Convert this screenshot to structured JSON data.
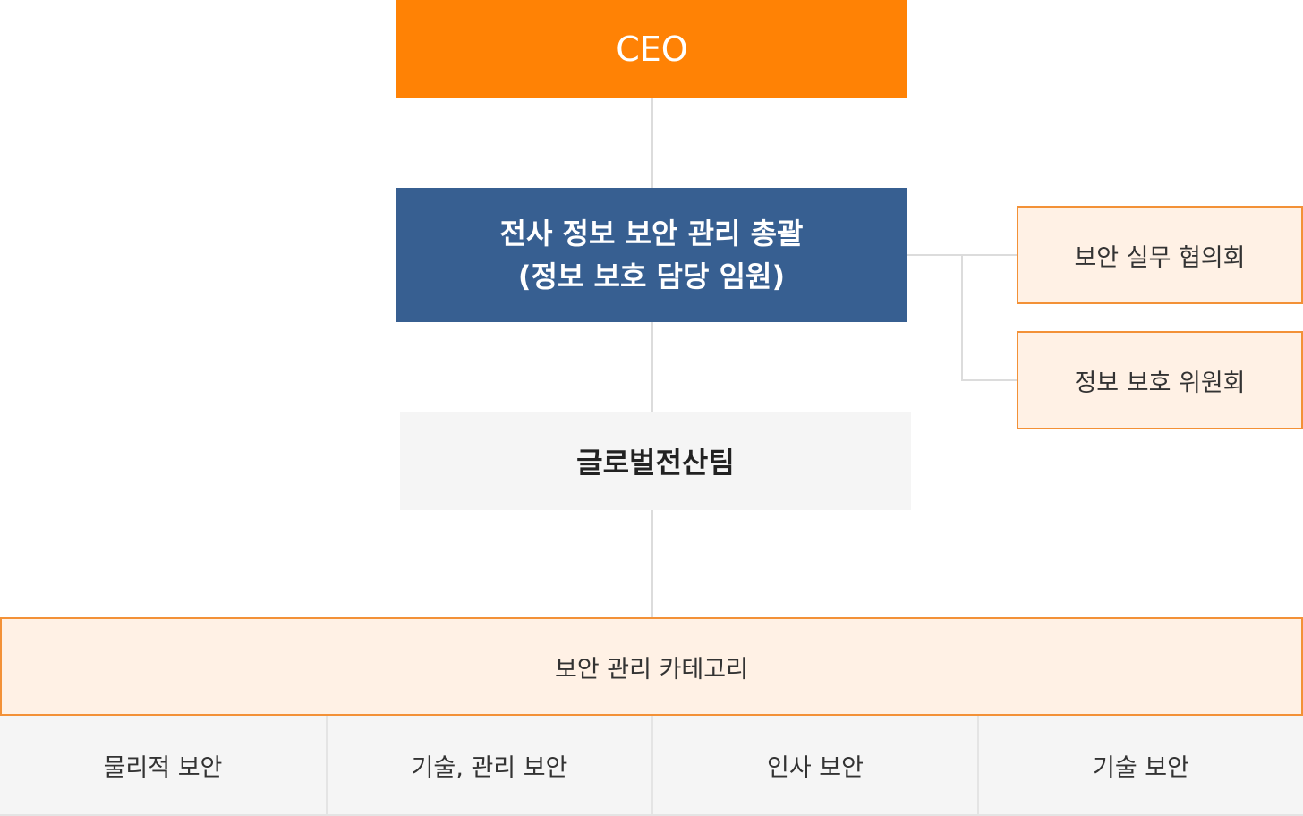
{
  "ceo": {
    "label": "CEO"
  },
  "executive": {
    "line1": "전사 정보 보안 관리 총괄",
    "line2": "(정보 보호 담당 임원)"
  },
  "committees": [
    {
      "label": "보안 실무 협의회"
    },
    {
      "label": "정보 보호 위원회"
    }
  ],
  "team": {
    "label": "글로벌전산팀"
  },
  "category": {
    "label": "보안 관리 카테고리"
  },
  "areas": [
    {
      "label": "물리적 보안"
    },
    {
      "label": "기술, 관리 보안"
    },
    {
      "label": "인사 보안"
    },
    {
      "label": "기술 보안"
    }
  ],
  "colors": {
    "ceo": "#ff8205",
    "executive": "#375f91",
    "accent_border": "#f39137",
    "accent_fill": "#fff1e5",
    "neutral_fill": "#f5f5f5",
    "connector": "#dcdcdc"
  }
}
